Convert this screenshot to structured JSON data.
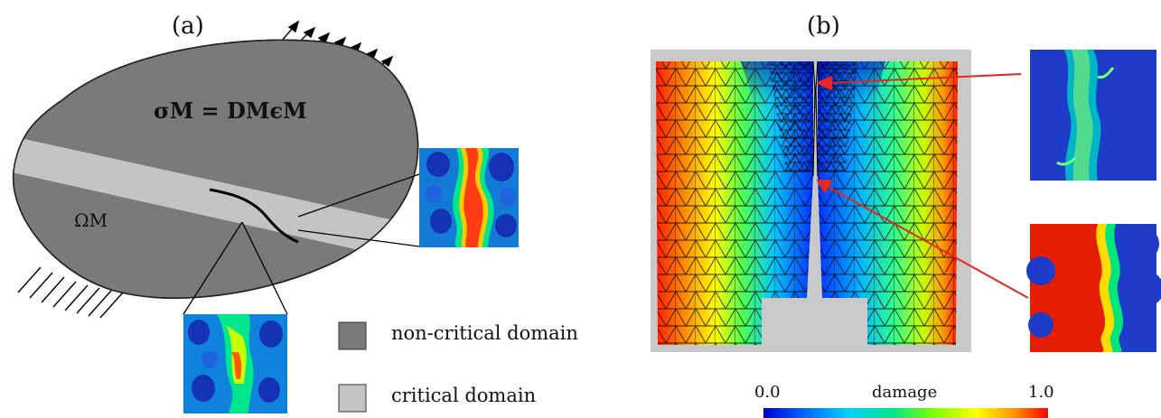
{
  "panel_a": {
    "label": "(a)",
    "equation": "σM = DMϵM",
    "domain_label": "ΩM",
    "legend": {
      "noncritical": {
        "text": "non-critical domain",
        "color": "#7a7a7a"
      },
      "critical": {
        "text": "critical domain",
        "color": "#c4c4c4"
      }
    }
  },
  "panel_b": {
    "label": "(b)",
    "colorbar": {
      "min_label": "0.0",
      "title": "damage",
      "max_label": "1.0",
      "colormap": [
        "#0000c8",
        "#0064ff",
        "#00d2ff",
        "#00e68c",
        "#7dff00",
        "#ffff00",
        "#ff9600",
        "#ff0000"
      ]
    },
    "arrow_color": "#e8251f"
  }
}
